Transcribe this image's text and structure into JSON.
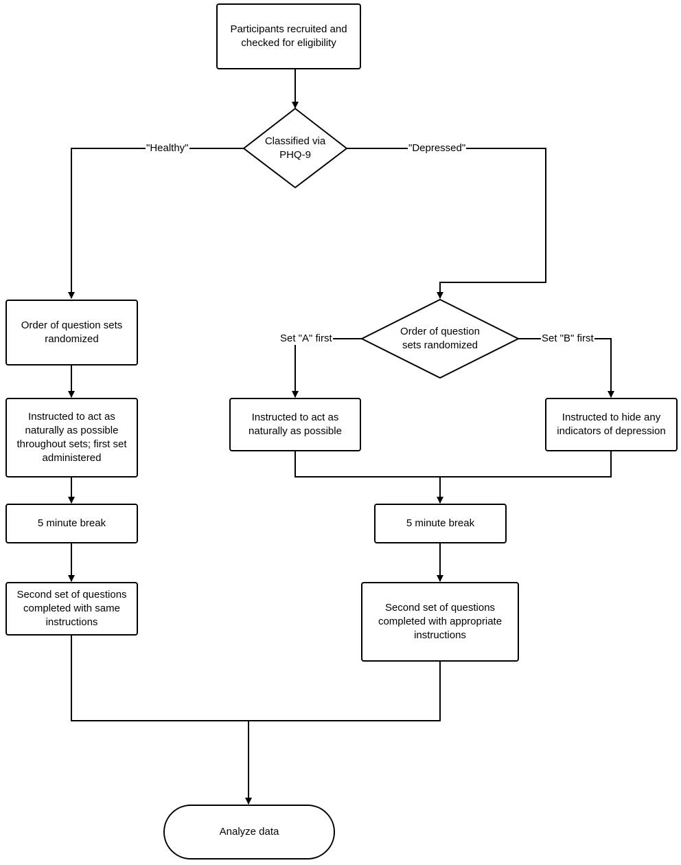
{
  "nodes": {
    "recruit": "Participants recruited and checked for eligibility",
    "classify": "Classified via PHQ-9",
    "healthy_randomize": "Order of question sets randomized",
    "healthy_instruct": "Instructed to act as naturally as possible throughout sets; first set administered",
    "healthy_break": "5 minute break",
    "healthy_second": "Second set of questions completed with same instructions",
    "depressed_randomize": "Order of question sets randomized",
    "set_a_instruct": "Instructed to act as naturally as possible",
    "set_b_instruct": "Instructed to hide any indicators of depression",
    "depressed_break": "5 minute break",
    "depressed_second": "Second set of questions completed with appropriate instructions",
    "analyze": "Analyze data"
  },
  "edge_labels": {
    "healthy": "\"Healthy\"",
    "depressed": "\"Depressed\"",
    "set_a": "Set \"A\" first",
    "set_b": "Set \"B\" first"
  }
}
